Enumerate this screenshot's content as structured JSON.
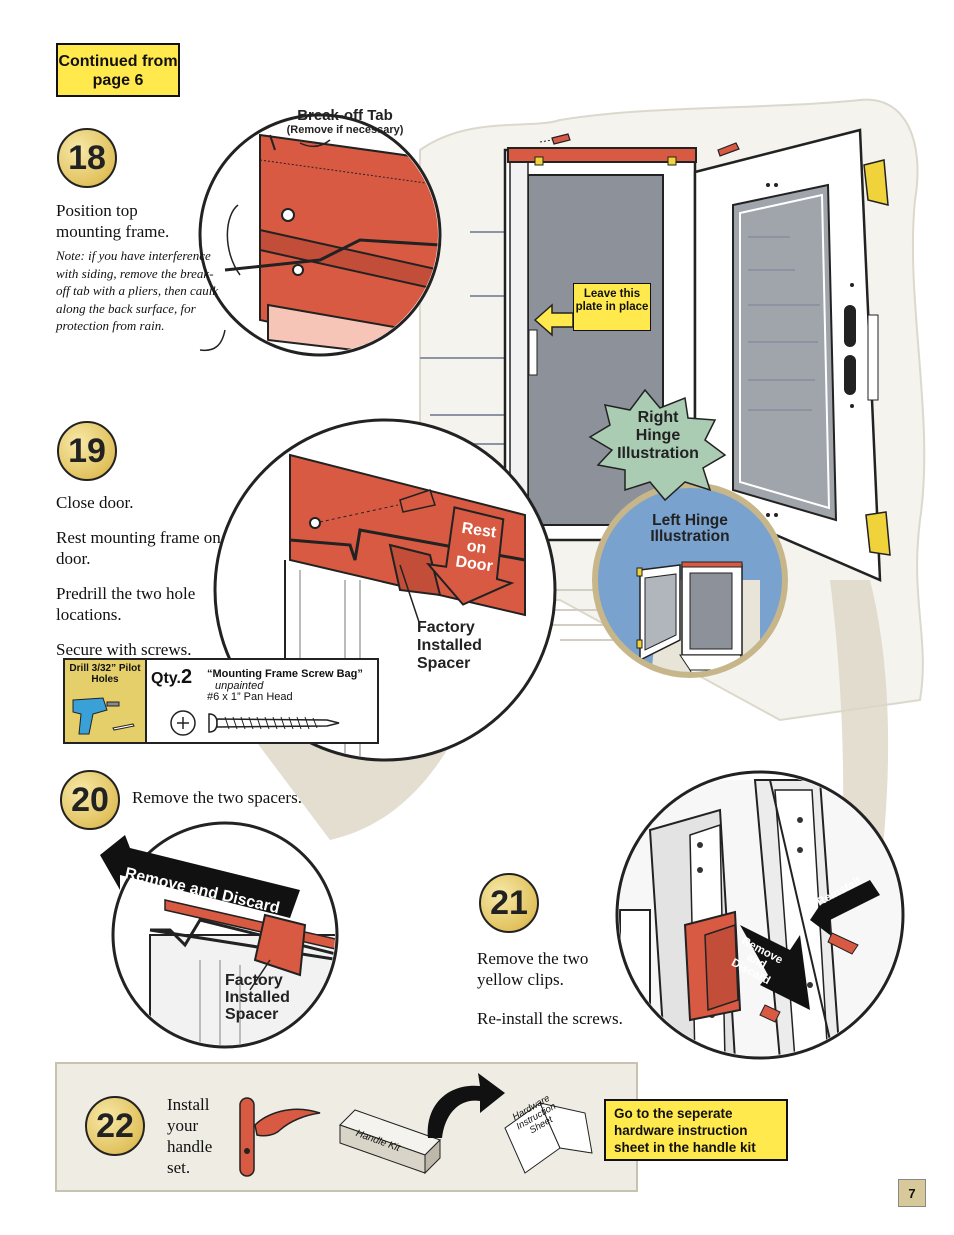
{
  "header": {
    "continued": "Continued from page 6"
  },
  "step18": {
    "number": "18",
    "instruction": "Position top mounting frame.",
    "note": "Note: if you have interference with siding, remove the break-off tab with a pliers, then caulk along the back surface, for protection from rain.",
    "tab_label": "Break-off Tab",
    "tab_sub": "(Remove if necessary)"
  },
  "door": {
    "plate_note": "Leave this plate in place",
    "right_hinge": [
      "Right",
      "Hinge",
      "Illustration"
    ],
    "left_hinge": [
      "Left Hinge",
      "Illustration"
    ]
  },
  "step19": {
    "number": "19",
    "lines": [
      "Close door.",
      "Rest mounting frame on door.",
      "Predrill the two hole locations.",
      "Secure with screws."
    ],
    "rest_arrow": [
      "Rest",
      "on",
      "Door"
    ],
    "spacer_label": [
      "Factory",
      "Installed",
      "Spacer"
    ],
    "hardware": {
      "drill_label": "Drill 3/32” Pilot Holes",
      "qty_label": "Qty.",
      "qty": "2",
      "bag": "“Mounting Frame Screw Bag”",
      "finish": "unpainted",
      "screw": "#6 x 1”  Pan Head"
    }
  },
  "step20": {
    "number": "20",
    "instruction": "Remove the two spacers.",
    "arrow": "Remove and Discard",
    "spacer_label": [
      "Factory",
      "Installed",
      "Spacer"
    ]
  },
  "step21": {
    "number": "21",
    "line1": "Remove the two yellow clips.",
    "line2": "Re-install the screws.",
    "reinstall": "Reinstall",
    "discard": [
      "Remove",
      "and",
      "Discard"
    ]
  },
  "step22": {
    "number": "22",
    "instruction": "Install your handle set.",
    "kit_label": "Handle Kit",
    "sheet_label": [
      "Hardware",
      "Instruction",
      "Sheet"
    ],
    "callout": "Go to the seperate hardware instruction sheet in the handle kit"
  },
  "page_number": "7",
  "colors": {
    "frame_red": "#d95a43",
    "callout_yellow": "#ffe94d",
    "step_gold": "#e1c25e",
    "sky_blue": "#7aa2cf"
  }
}
